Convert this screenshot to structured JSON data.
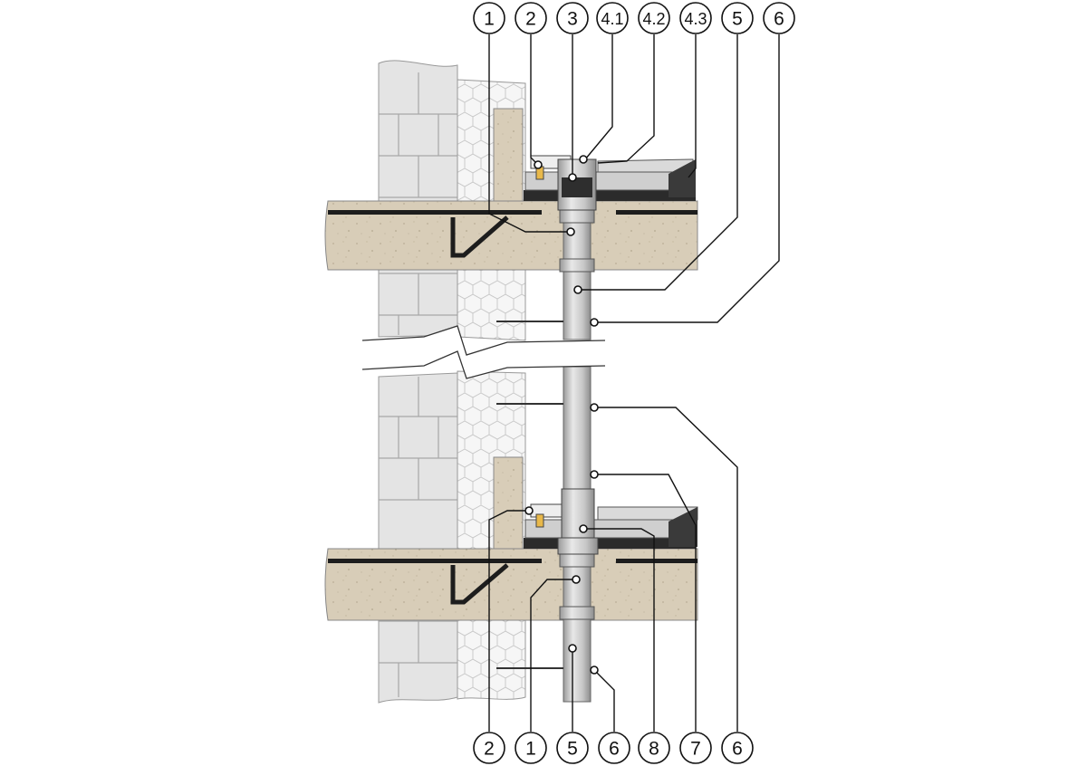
{
  "diagram": {
    "callouts_top": [
      {
        "label": "1"
      },
      {
        "label": "2"
      },
      {
        "label": "3"
      },
      {
        "label": "4.1"
      },
      {
        "label": "4.2"
      },
      {
        "label": "4.3"
      },
      {
        "label": "5"
      },
      {
        "label": "6"
      }
    ],
    "callouts_bottom": [
      {
        "label": "2"
      },
      {
        "label": "1"
      },
      {
        "label": "5"
      },
      {
        "label": "6"
      },
      {
        "label": "8"
      },
      {
        "label": "7"
      },
      {
        "label": "6"
      }
    ],
    "colors": {
      "concrete": "#d8cdb8",
      "brick": "#dcdcdc",
      "insulation": "#f3f3f3",
      "pipe": "#c9c9c9",
      "dark": "#2b2b2b",
      "plate": "#d9d9d9",
      "yellow": "#e8b84a"
    }
  }
}
